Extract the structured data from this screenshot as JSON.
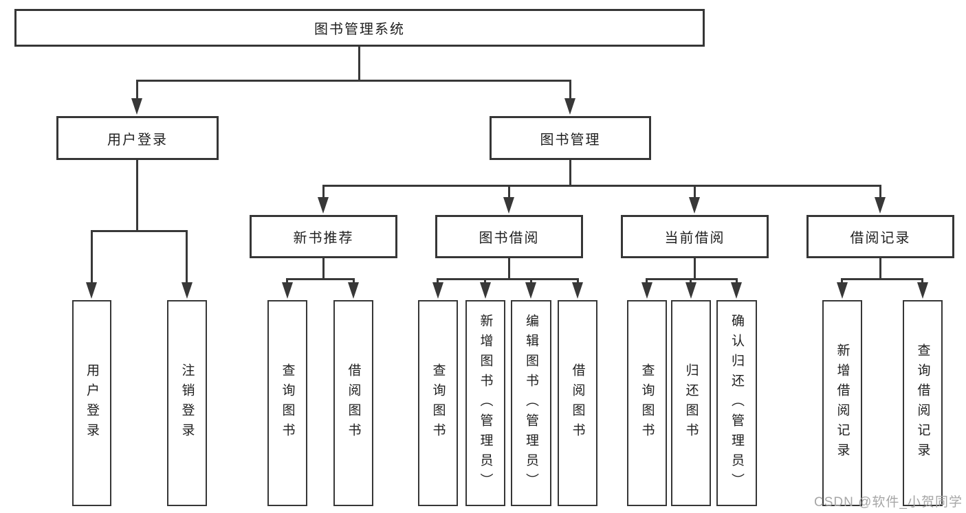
{
  "tree": {
    "label": "图书管理系统",
    "children": [
      {
        "label": "用户登录",
        "children": [
          {
            "label": "用户登录"
          },
          {
            "label": "注销登录"
          }
        ]
      },
      {
        "label": "图书管理",
        "children": [
          {
            "label": "新书推荐",
            "children": [
              {
                "label": "查询图书"
              },
              {
                "label": "借阅图书"
              }
            ]
          },
          {
            "label": "图书借阅",
            "children": [
              {
                "label": "查询图书"
              },
              {
                "label": "新增图书（管理员）"
              },
              {
                "label": "编辑图书（管理员）"
              },
              {
                "label": "借阅图书"
              }
            ]
          },
          {
            "label": "当前借阅",
            "children": [
              {
                "label": "查询图书"
              },
              {
                "label": "归还图书"
              },
              {
                "label": "确认归还（管理员）"
              }
            ]
          },
          {
            "label": "借阅记录",
            "children": [
              {
                "label": "新增借阅记录"
              },
              {
                "label": "查询借阅记录"
              }
            ]
          }
        ]
      }
    ]
  },
  "watermark": {
    "text": "CSDN @软件_小贺同学"
  },
  "colors": {
    "line": "#383838",
    "box_border": "#363636",
    "text": "#1f1f1f",
    "watermark": "#a6a6a6"
  }
}
